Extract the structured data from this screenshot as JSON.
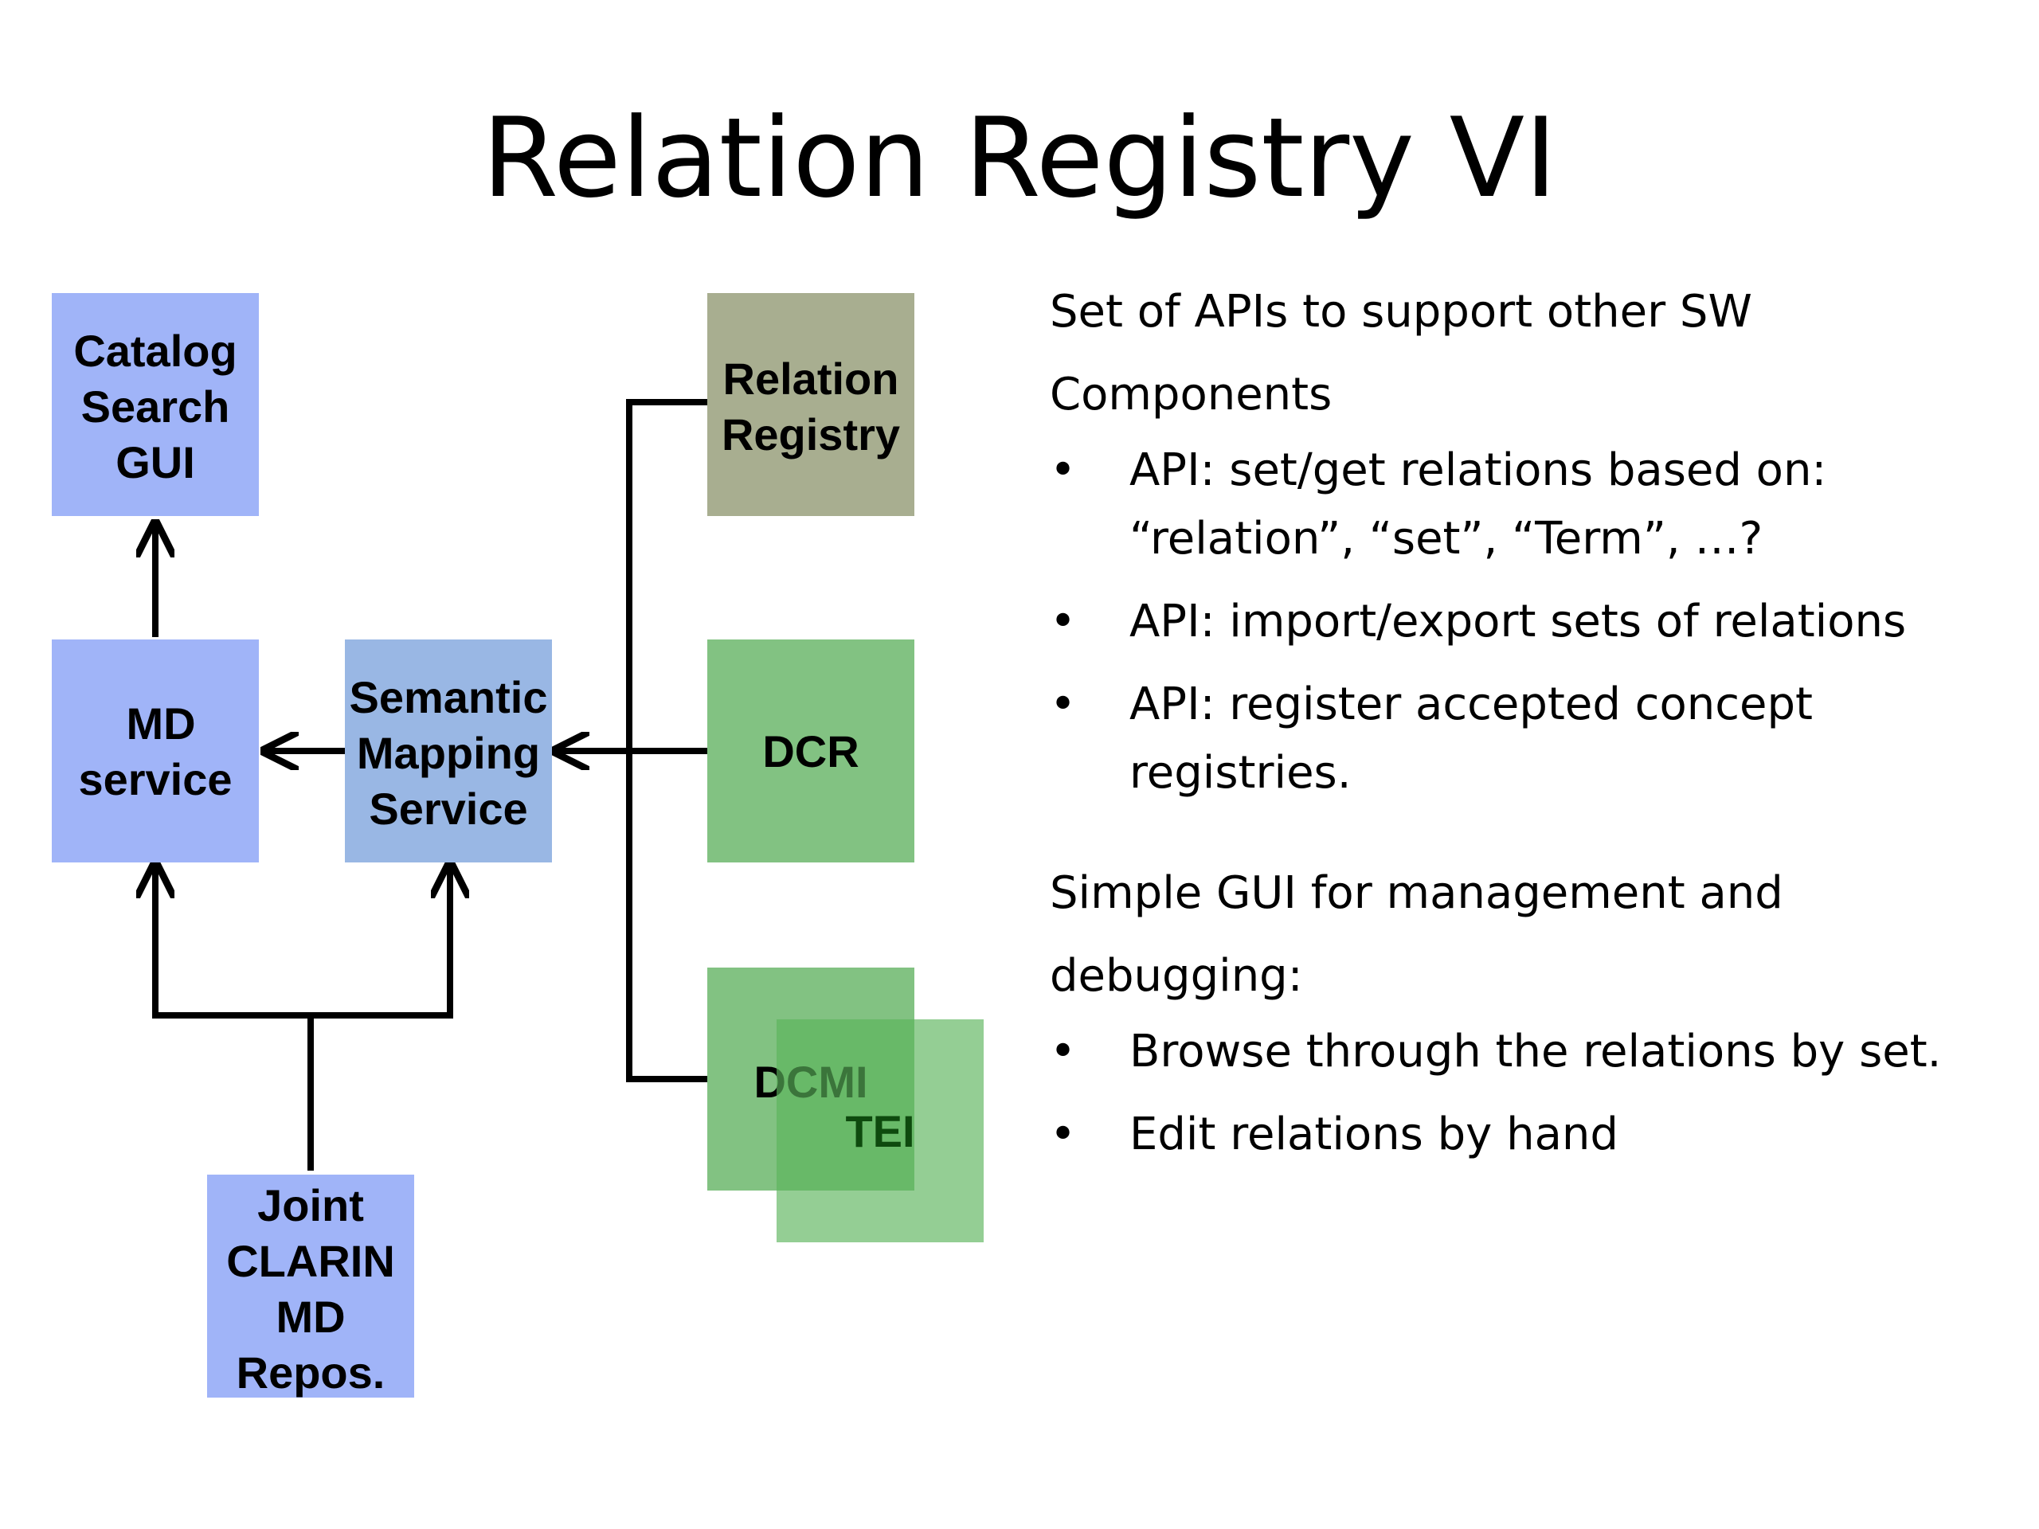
{
  "title": "Relation Registry VI",
  "diagram": {
    "catalog": [
      "Catalog",
      "Search",
      "GUI"
    ],
    "md_service": [
      "MD",
      "service"
    ],
    "semantic": [
      "Semantic",
      "Mapping",
      "Service"
    ],
    "relation_registry": [
      "Relation",
      "Registry"
    ],
    "dcr": "DCR",
    "dcmi": "DCMI",
    "tei": "TEI",
    "joint": [
      "Joint",
      "CLARIN",
      "MD",
      "Repos."
    ],
    "colors": {
      "blue_box": "#a0b4f8",
      "semantic_box": "#99b7e4",
      "registry_box": "#a8ae90",
      "green_box": "#82c282",
      "tei_overlay": "#5bb45b",
      "line": "#000000"
    }
  },
  "panel": {
    "intro": "Set of APIs to support other SW Components",
    "bullets1": [
      "API: set/get relations based on: “relation”, “set”, “Term”, …?",
      "API: import/export sets of relations",
      "API: register accepted concept registries."
    ],
    "intro2": "Simple GUI for management and debugging:",
    "bullets2": [
      "Browse through the relations by set.",
      "Edit relations by hand"
    ],
    "bullet_char": "•"
  }
}
